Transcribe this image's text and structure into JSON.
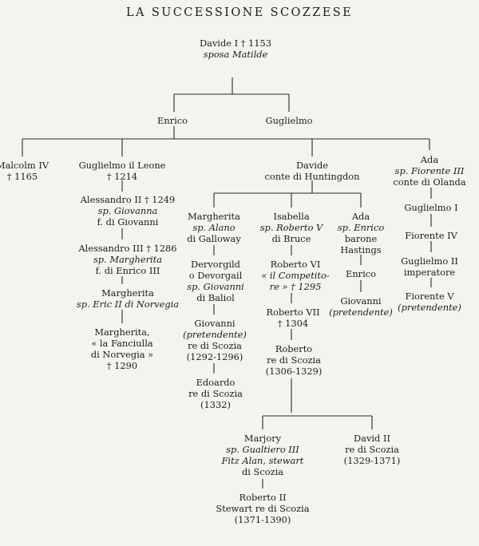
{
  "title": "LA SUCCESSIONE SCOZZESE",
  "nodes": {
    "davide_i": [
      "Davide I † 1153",
      "sposa Matilde"
    ],
    "enrico": [
      "Enrico"
    ],
    "guglielmo": [
      "Guglielmo"
    ],
    "malcolm_iv": [
      "Malcolm IV",
      "† 1165"
    ],
    "guglielmo_leone": [
      "Guglielmo il Leone",
      "† 1214"
    ],
    "davide_huntingdon": [
      "Davide",
      "conte di Huntingdon"
    ],
    "ada_olanda": [
      "Ada",
      "sp. Fiorente III",
      "conte di Olanda"
    ],
    "alessandro_ii": [
      "Alessandro II † 1249",
      "sp. Giovanna",
      "f. di Giovanni"
    ],
    "alessandro_iii": [
      "Alessandro III † 1286",
      "sp. Margherita",
      "f. di Enrico III"
    ],
    "margherita_norvegia": [
      "Margherita",
      "sp. Eric II di Norvegia"
    ],
    "margherita_fanciulla": [
      "Margherita,",
      "« la Fanciulla",
      "di Norvegia »",
      "† 1290"
    ],
    "margherita_galloway": [
      "Margherita",
      "sp. Alano",
      "di Galloway"
    ],
    "dervorgild": [
      "Dervorgild",
      "o Devorgail",
      "sp. Giovanni",
      "di Baliol"
    ],
    "giovanni_baliol": [
      "Giovanni",
      "(pretendente)",
      "re di Scozia",
      "(1292-1296)"
    ],
    "edoardo": [
      "Edoardo",
      "re di Scozia",
      "(1332)"
    ],
    "isabella": [
      "Isabella",
      "sp. Roberto V",
      "di Bruce"
    ],
    "roberto_vi": [
      "Roberto VI",
      "« il Competito-",
      "re » † 1295"
    ],
    "roberto_vii": [
      "Roberto VII",
      "† 1304"
    ],
    "roberto_scozia": [
      "Roberto",
      "re di Scozia",
      "(1306-1329)"
    ],
    "ada_hastings": [
      "Ada",
      "sp. Enrico",
      "barone",
      "Hastings"
    ],
    "enrico_hastings": [
      "Enrico"
    ],
    "giovanni_hastings": [
      "Giovanni",
      "(pretendente)"
    ],
    "guglielmo_i": [
      "Guglielmo I"
    ],
    "fiorente_iv": [
      "Fiorente IV"
    ],
    "guglielmo_ii": [
      "Guglielmo II",
      "imperatore"
    ],
    "fiorente_v": [
      "Fiorente V",
      "(pretendente)"
    ],
    "marjory": [
      "Marjory",
      "sp. Gualtiero III",
      "Fitz Alan, stewart",
      "di Scozia"
    ],
    "david_ii": [
      "David II",
      "re di Scozia",
      "(1329-1371)"
    ],
    "roberto_ii": [
      "Roberto II",
      "Stewart re di Scozia",
      "(1371-1390)"
    ]
  }
}
